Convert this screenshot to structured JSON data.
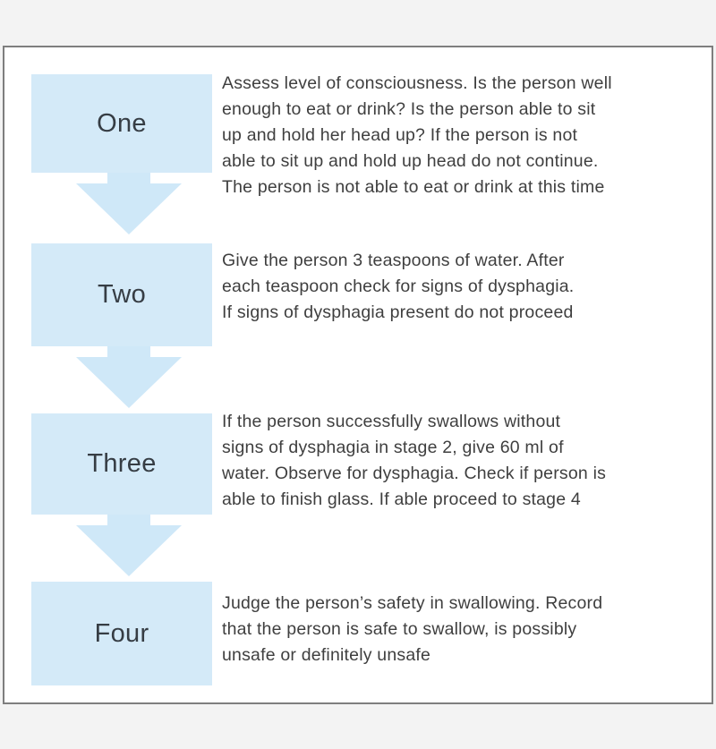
{
  "diagram": {
    "type": "flowchart",
    "stages": [
      {
        "label": "One",
        "lines": [
          "Assess level of consciousness. Is the person well",
          "enough to eat or drink? Is the person able to sit",
          "up and hold her head up? If the person is not",
          "able to sit up and hold up head do not continue.",
          "The person is not able to eat or drink at this time"
        ]
      },
      {
        "label": "Two",
        "lines": [
          "Give the person 3 teaspoons of water. After",
          "each teaspoon check for signs of dysphagia.",
          "If signs of dysphagia present do not proceed"
        ]
      },
      {
        "label": "Three",
        "lines": [
          "If the person successfully swallows without",
          "signs of dysphagia in stage 2, give 60 ml of",
          "water. Observe for dysphagia. Check if person is",
          "able to finish glass. If able proceed to stage 4"
        ]
      },
      {
        "label": "Four",
        "lines": [
          "Judge the person’s safety in swallowing. Record",
          "that the person is safe to swallow, is possibly",
          "unsafe or definitely unsafe"
        ]
      }
    ]
  },
  "colors": {
    "box_fill": "#d4eaf8",
    "arrow_fill": "#cfe8f8",
    "panel_border": "#7e7e7e",
    "page_background": "#f3f3f3",
    "body_text": "#3f3f3f",
    "label_text": "#363d44"
  }
}
